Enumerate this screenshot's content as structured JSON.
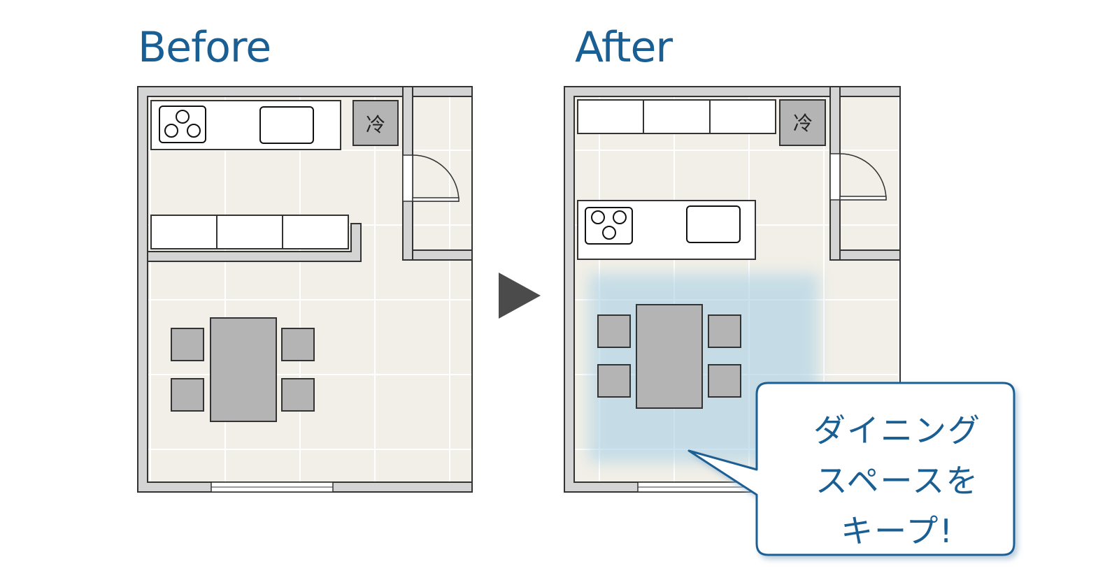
{
  "before": {
    "title": "Before"
  },
  "after": {
    "title": "After"
  },
  "fridge_label": "冷",
  "callout": {
    "lines": [
      "ダイニング",
      "スペースを",
      "キープ!"
    ]
  },
  "colors": {
    "title": "#1a5f94",
    "floor": "#f1efe7",
    "wall": "#d4d4d4",
    "furniture": "#b4b4b4",
    "highlight": "#bcd9ea",
    "callout_border": "#1a5f94"
  }
}
